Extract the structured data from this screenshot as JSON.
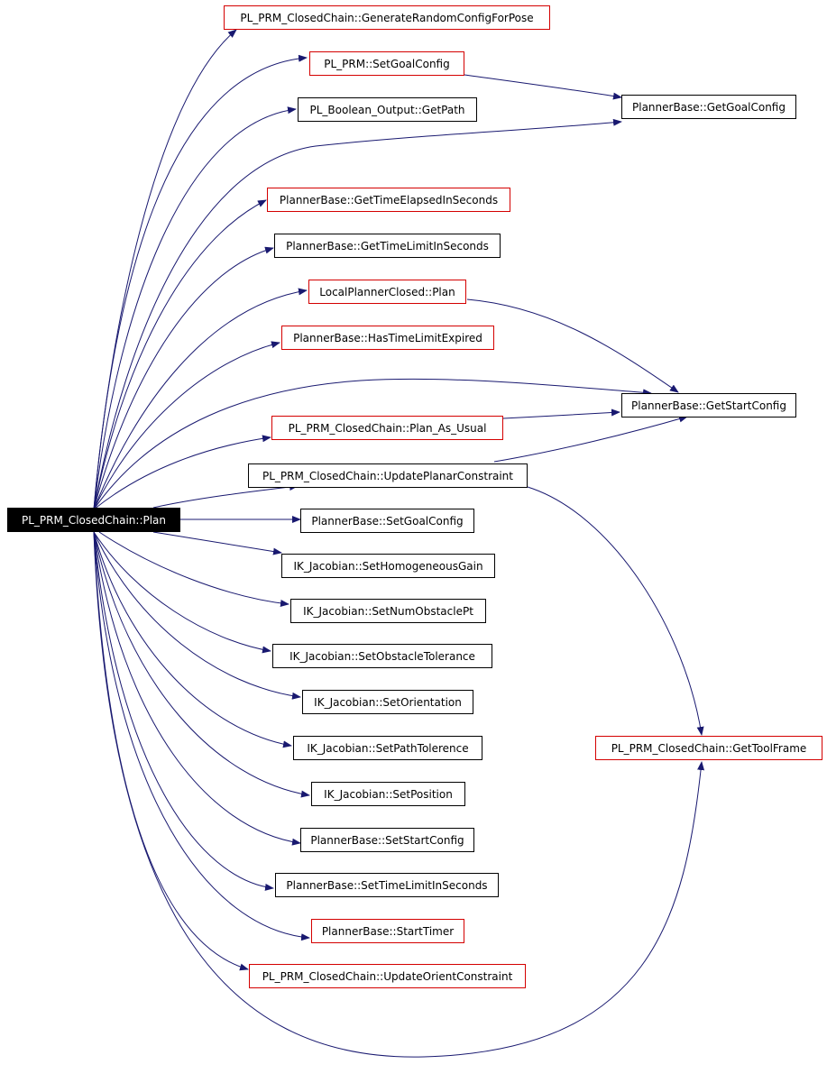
{
  "colors": {
    "edge": "#191970",
    "documented_border": "#000000",
    "undocumented_border": "#d40000",
    "root_fill": "#000000",
    "root_text": "#ffffff"
  },
  "nodes": {
    "root": "PL_PRM_ClosedChain::Plan",
    "generate_random_config": "PL_PRM_ClosedChain::GenerateRandomConfigForPose",
    "prm_set_goal_config": "PL_PRM::SetGoalConfig",
    "boolean_output_get_path": "PL_Boolean_Output::GetPath",
    "get_goal_config": "PlannerBase::GetGoalConfig",
    "get_time_elapsed": "PlannerBase::GetTimeElapsedInSeconds",
    "get_time_limit": "PlannerBase::GetTimeLimitInSeconds",
    "local_planner_plan": "LocalPlannerClosed::Plan",
    "has_time_limit_expired": "PlannerBase::HasTimeLimitExpired",
    "get_start_config": "PlannerBase::GetStartConfig",
    "plan_as_usual": "PL_PRM_ClosedChain::Plan_As_Usual",
    "update_planar_constraint": "PL_PRM_ClosedChain::UpdatePlanarConstraint",
    "base_set_goal_config": "PlannerBase::SetGoalConfig",
    "set_homogeneous_gain": "IK_Jacobian::SetHomogeneousGain",
    "set_num_obstacle_pt": "IK_Jacobian::SetNumObstaclePt",
    "set_obstacle_tolerance": "IK_Jacobian::SetObstacleTolerance",
    "set_orientation": "IK_Jacobian::SetOrientation",
    "set_path_tolerence": "IK_Jacobian::SetPathTolerence",
    "set_position": "IK_Jacobian::SetPosition",
    "set_start_config": "PlannerBase::SetStartConfig",
    "set_time_limit": "PlannerBase::SetTimeLimitInSeconds",
    "start_timer": "PlannerBase::StartTimer",
    "update_orient_constraint": "PL_PRM_ClosedChain::UpdateOrientConstraint",
    "get_tool_frame": "PL_PRM_ClosedChain::GetToolFrame"
  }
}
